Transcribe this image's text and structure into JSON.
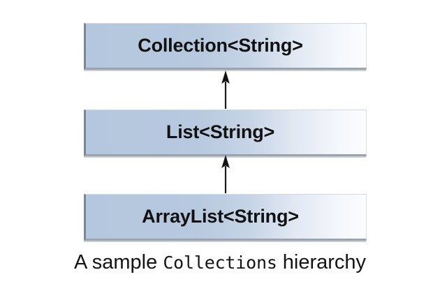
{
  "diagram": {
    "type": "uml-class-hierarchy",
    "background_color": "#ffffff",
    "box_fill_start": "#b5c7de",
    "box_fill_end": "#fbfcfe",
    "box_border_color": "#7d8794",
    "text_color": "#111111",
    "arrow_color": "#1a1a1a",
    "nodes": [
      {
        "id": "collection",
        "label": "Collection<String>",
        "level": 0
      },
      {
        "id": "list",
        "label": "List<String>",
        "level": 1
      },
      {
        "id": "arraylist",
        "label": "ArrayList<String>",
        "level": 2
      }
    ],
    "edges": [
      {
        "id": "list-to-collection",
        "from": "list",
        "to": "collection",
        "kind": "generalization",
        "direction": "up"
      },
      {
        "id": "arraylist-to-list",
        "from": "arraylist",
        "to": "list",
        "kind": "generalization",
        "direction": "up"
      }
    ]
  },
  "caption": {
    "prefix": "A sample ",
    "code": "Collections",
    "suffix": " hierarchy",
    "full_text": "A sample Collections hierarchy"
  }
}
